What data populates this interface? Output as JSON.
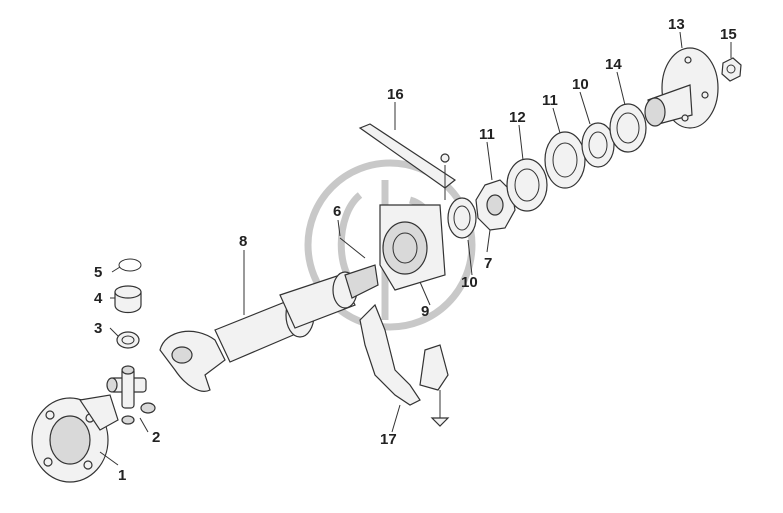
{
  "callouts": {
    "c1": "1",
    "c2": "2",
    "c3": "3",
    "c4": "4",
    "c5": "5",
    "c6": "6",
    "c7": "7",
    "c8": "8",
    "c9": "9",
    "c10a": "10",
    "c10b": "10",
    "c11a": "11",
    "c11b": "11",
    "c12": "12",
    "c13": "13",
    "c14": "14",
    "c15": "15",
    "c16": "16",
    "c17": "17"
  },
  "colors": {
    "line": "#333333",
    "fill": "#f2f2f2",
    "watermark": "#c8c8c8"
  }
}
